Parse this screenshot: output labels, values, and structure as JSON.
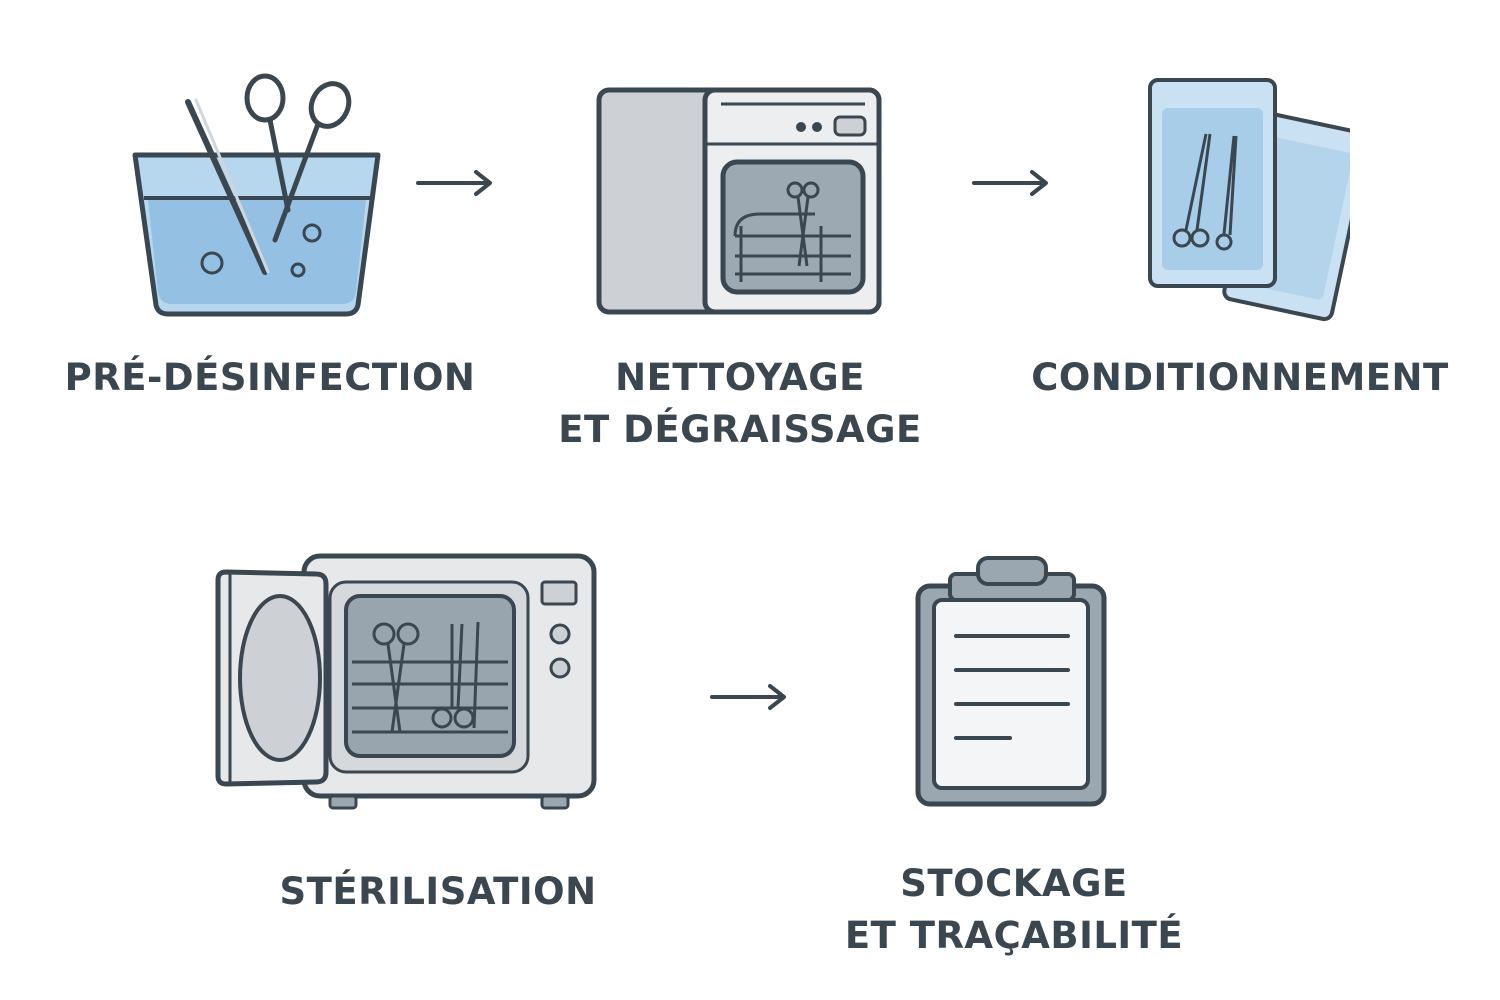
{
  "steps": [
    {
      "id": "pre-desinfection",
      "icon": "basin-with-instruments-icon",
      "lines": [
        "PRÉ-DÉSINFECTION"
      ]
    },
    {
      "id": "nettoyage",
      "icon": "washer-disinfector-icon",
      "lines": [
        "NETTOYAGE",
        "ET DÉGRAISSAGE"
      ]
    },
    {
      "id": "conditionnement",
      "icon": "sterile-pouch-icon",
      "lines": [
        "CONDITIONNEMENT"
      ]
    },
    {
      "id": "sterilisation",
      "icon": "autoclave-icon",
      "lines": [
        "STÉRILISATION"
      ]
    },
    {
      "id": "stockage",
      "icon": "clipboard-icon",
      "lines": [
        "STOCKAGE",
        "ET TRAÇABILITÉ"
      ]
    }
  ],
  "colors": {
    "outline": "#3a4650",
    "water_blue": "#a9d0ea",
    "light_blue": "#c9e2f3",
    "appliance_gray": "#e6e8ea",
    "panel_gray": "#cfd3d7",
    "window_gray": "#9aa6b0"
  }
}
